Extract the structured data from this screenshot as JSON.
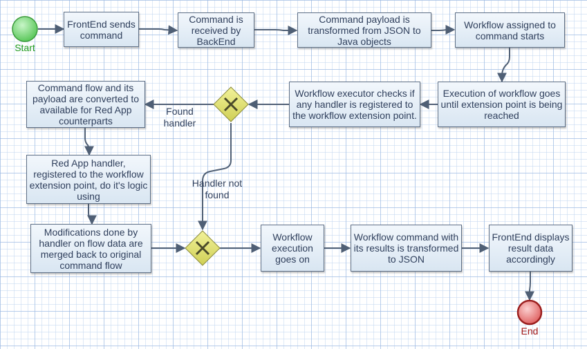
{
  "colors": {
    "connector": "#4f5f75",
    "start_fill": "#76d876",
    "start_stroke": "#3a9a3a",
    "start_text": "#1f9a1f",
    "end_fill": "#e87878",
    "end_stroke": "#9a1e1e",
    "end_text": "#a01818",
    "gateway_fill": "#dede6a",
    "gateway_stroke": "#8a8a3a",
    "task_text": "#2f3f5c"
  },
  "events": {
    "start": "Start",
    "end": "End"
  },
  "tasks": {
    "frontend_sends": "FrontEnd sends command",
    "command_received": "Command is received by BackEnd",
    "payload_transformed": "Command payload is transformed from JSON to Java objects",
    "workflow_starts": "Workflow assigned to command starts",
    "execution_until_ext": "Execution of workflow goes until extension point is being reached",
    "executor_checks": "Workflow executor checks if any handler is registered to the workflow extension point.",
    "flow_converted": "Command flow and its payload are converted to available for Red App counterparts",
    "red_app_handler": "Red App handler, registered to the workflow extension point, do it's logic using",
    "modifications_merged": "Modifications done by handler on flow data are merged back to original command flow",
    "execution_goes_on": "Workflow execution goes on",
    "transformed_to_json": "Workflow command with its results is transformed to JSON",
    "frontend_displays": "FrontEnd displays result data accordingly"
  },
  "gateways": {
    "handler_check": "exclusive-gateway",
    "merge": "exclusive-gateway"
  },
  "edge_labels": {
    "found_handler": "Found handler",
    "handler_not_found": "Handler not found"
  }
}
